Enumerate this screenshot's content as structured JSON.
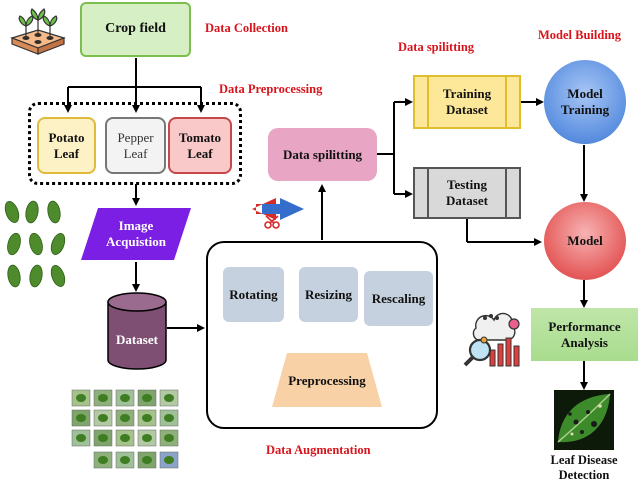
{
  "labels": {
    "data_collection": "Data Collection",
    "data_preprocessing": "Data Preprocessing",
    "data_splitting_top": "Data spilitting",
    "model_building": "Model Building",
    "data_augmentation": "Data Augmentation"
  },
  "nodes": {
    "crop_field": "Crop field",
    "potato_leaf": "Potato Leaf",
    "pepper_leaf": "Pepper Leaf",
    "tomato_leaf": "Tomato Leaf",
    "image_acquisition": "Image Acquistion",
    "dataset": "Dataset",
    "data_splitting": "Data spilitting",
    "training_dataset": "Training Dataset",
    "testing_dataset": "Testing Dataset",
    "model_training": "Model Training",
    "model": "Model",
    "performance_analysis": "Performance Analysis",
    "leaf_disease_detection": "Leaf Disease Detection",
    "rotating": "Rotating",
    "resizing": "Resizing",
    "rescaling": "Rescaling",
    "preprocessing": "Preprocessing"
  },
  "colors": {
    "label_red": "#d8141c",
    "crop_field_fill": "#d6efc4",
    "crop_field_border": "#7bbf4e",
    "potato_fill": "#fdf2c6",
    "potato_border": "#e2b93b",
    "pepper_fill": "#f3f3f3",
    "pepper_border": "#777777",
    "tomato_fill": "#f9c9c9",
    "tomato_border": "#c74848",
    "image_acq_fill": "#7a1fe3",
    "dataset_fill": "#7e4f73",
    "splitting_fill": "#e8a6c4",
    "training_fill": "#fde89a",
    "testing_fill": "#d9d9d9",
    "model_training_fill": "#5b8fe0",
    "model_fill": "#e55a5a",
    "performance_fill": "#a9dc8e",
    "aug_box_fill": "#c6d1df",
    "preprocessing_fill": "#f8d1a6"
  },
  "icons": [
    "seedling-tray-icon",
    "leaf-samples-image",
    "leaf-thumbnails-image",
    "swap-arrows-icon",
    "analytics-icon",
    "diseased-leaf-image"
  ]
}
